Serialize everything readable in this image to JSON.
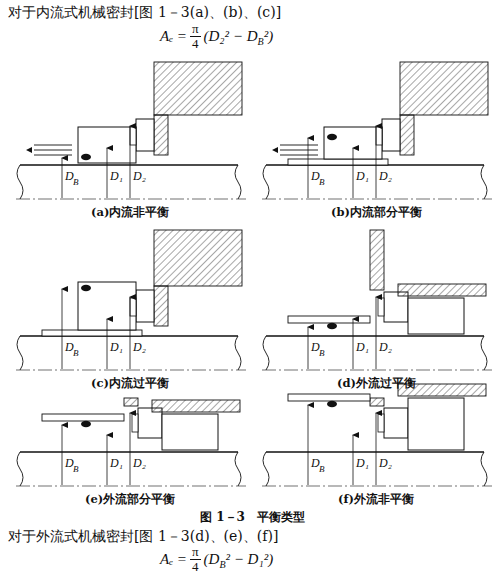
{
  "diagram": {
    "caption": "图 1－3　平衡类型",
    "labels": [
      "对于内流式机械密封[图 1－3(a)、(b)、(c)]",
      "Aₑ =",
      "π",
      "4",
      "(D₂² − D",
      "B",
      "²)",
      "D",
      "B",
      "D₁",
      "D₂",
      "(a)内流非平衡",
      "D",
      "B",
      "D₁",
      "D₂",
      "(b)内流部分平衡",
      "D",
      "B",
      "D₁",
      "D₂",
      "(c)内流过平衡",
      "D",
      "B",
      "D₁",
      "D₂",
      "(d)外流过平衡",
      "D",
      "B",
      "D₁",
      "D₂",
      "(e)外流部分平衡",
      "D",
      "B",
      "D₁",
      "D₂",
      "(f)外流非平衡",
      "对于外流式机械密封[图 1－3(d)、(e)、(f)]",
      "Aₑ =",
      "π",
      "4",
      "(D",
      "B",
      "² − D₁²)"
    ]
  }
}
